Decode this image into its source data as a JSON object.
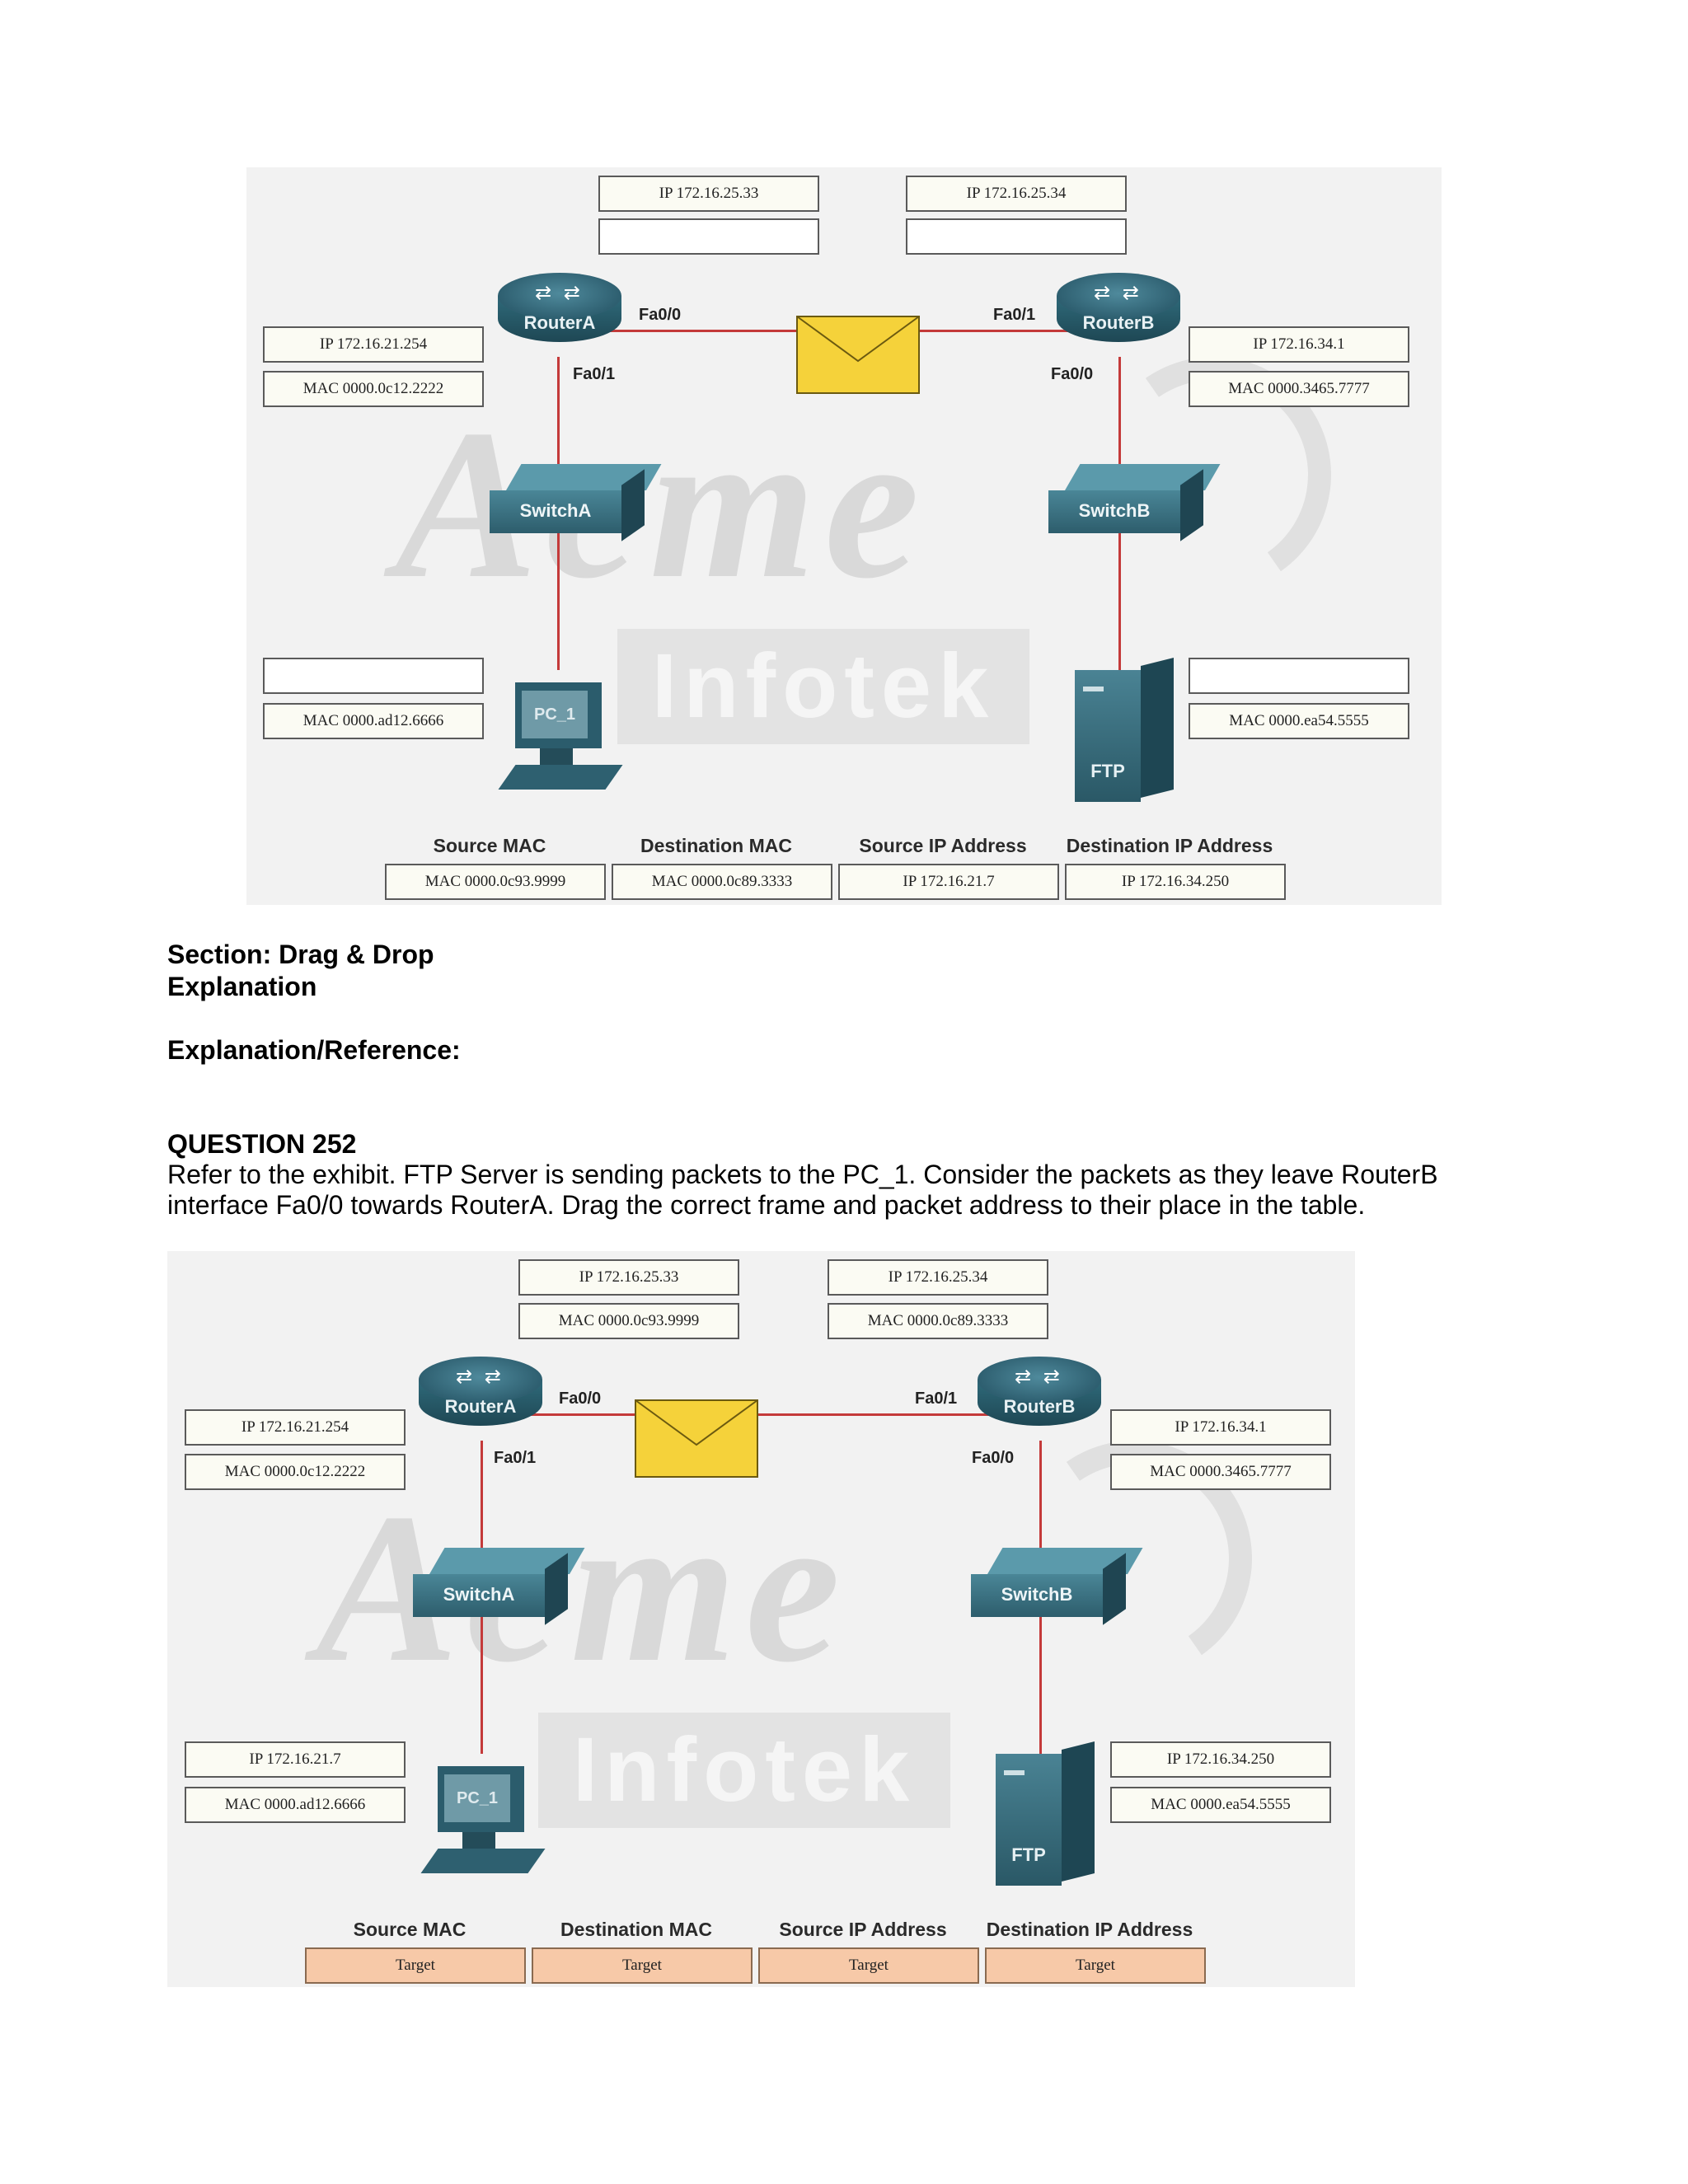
{
  "exhibit1": {
    "routerA_ip": "IP 172.16.25.33",
    "routerB_ip": "IP 172.16.25.34",
    "routerA_mac": "",
    "routerB_mac": "",
    "routerA_lan_ip": "IP 172.16.21.254",
    "routerA_lan_mac": "MAC 0000.0c12.2222",
    "routerB_lan_ip": "IP 172.16.34.1",
    "routerB_lan_mac": "MAC 0000.3465.7777",
    "pc_ip": "",
    "pc_mac": "MAC 0000.ad12.6666",
    "ftp_ip": "",
    "ftp_mac": "MAC 0000.ea54.5555",
    "answers": [
      "MAC 0000.0c93.9999",
      "MAC 0000.0c89.3333",
      "IP 172.16.21.7",
      "IP 172.16.34.250"
    ]
  },
  "exhibit2": {
    "routerA_ip": "IP 172.16.25.33",
    "routerB_ip": "IP 172.16.25.34",
    "routerA_mac": "MAC 0000.0c93.9999",
    "routerB_mac": "MAC 0000.0c89.3333",
    "routerA_lan_ip": "IP 172.16.21.254",
    "routerA_lan_mac": "MAC 0000.0c12.2222",
    "routerB_lan_ip": "IP 172.16.34.1",
    "routerB_lan_mac": "MAC 0000.3465.7777",
    "pc_ip": "IP 172.16.21.7",
    "pc_mac": "MAC 0000.ad12.6666",
    "ftp_ip": "IP 172.16.34.250",
    "ftp_mac": "MAC 0000.ea54.5555",
    "answers": [
      "Target",
      "Target",
      "Target",
      "Target"
    ]
  },
  "diagram": {
    "routerA": "RouterA",
    "routerB": "RouterB",
    "switchA": "SwitchA",
    "switchB": "SwitchB",
    "pc": "PC_1",
    "ftp": "FTP",
    "fa00": "Fa0/0",
    "fa01": "Fa0/1",
    "watermark_top": "Acme",
    "watermark_bottom": "Infotek",
    "columns": [
      "Source MAC",
      "Destination MAC",
      "Source IP Address",
      "Destination IP Address"
    ]
  },
  "text": {
    "section": "Section: Drag & Drop",
    "explanation": "Explanation",
    "explanation_ref": "Explanation/Reference:",
    "question": "QUESTION 252",
    "line1": "Refer to the exhibit. FTP Server is sending packets to the PC_1. Consider the packets as they leave RouterB",
    "line2": "interface Fa0/0 towards RouterA. Drag the correct frame and packet address to their place in the table."
  },
  "colors": {
    "link": "#c43a3a",
    "target_fill": "#f7c9a8",
    "device": "#2e5f70",
    "envelope": "#f5d23a"
  }
}
